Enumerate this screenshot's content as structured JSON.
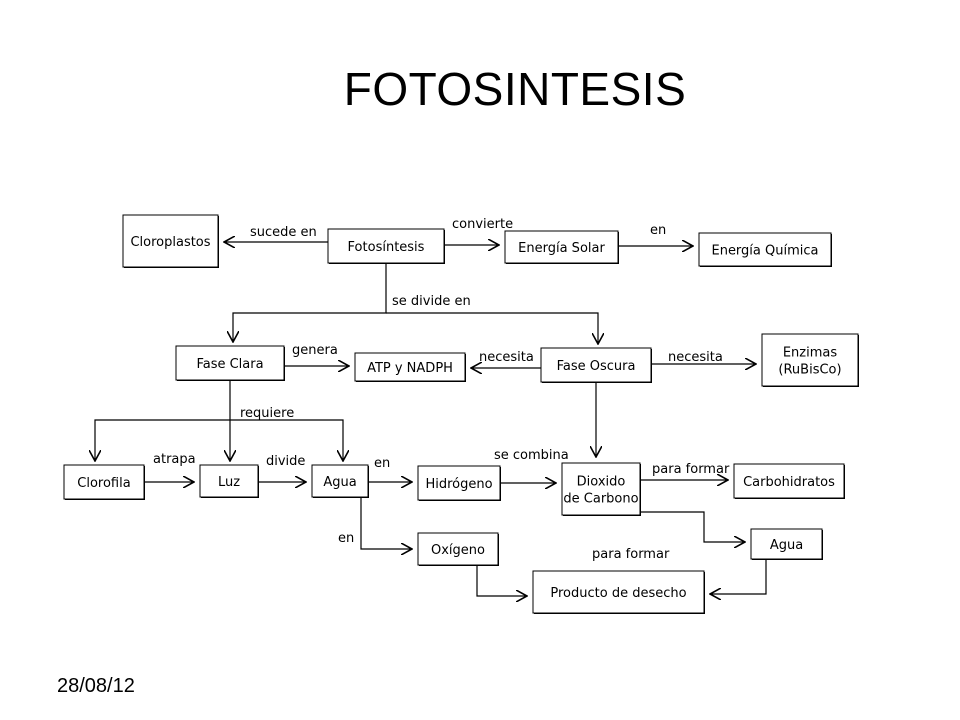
{
  "title": "FOTOSINTESIS",
  "footer": {
    "date": "28/08/12"
  },
  "nodes": [
    {
      "id": "cloroplastos",
      "lines": [
        "Cloroplastos"
      ]
    },
    {
      "id": "fotosintesis",
      "lines": [
        "Fotosíntesis"
      ]
    },
    {
      "id": "energia-solar",
      "lines": [
        "Energía Solar"
      ]
    },
    {
      "id": "energia-quimica",
      "lines": [
        "Energía Química"
      ]
    },
    {
      "id": "fase-clara",
      "lines": [
        "Fase Clara"
      ]
    },
    {
      "id": "atp-nadph",
      "lines": [
        "ATP y NADPH"
      ]
    },
    {
      "id": "fase-oscura",
      "lines": [
        "Fase Oscura"
      ]
    },
    {
      "id": "enzimas",
      "lines": [
        "Enzimas",
        "(RuBisCo)"
      ]
    },
    {
      "id": "clorofila",
      "lines": [
        "Clorofila"
      ]
    },
    {
      "id": "luz",
      "lines": [
        "Luz"
      ]
    },
    {
      "id": "agua",
      "lines": [
        "Agua"
      ]
    },
    {
      "id": "hidrogeno",
      "lines": [
        "Hidrógeno"
      ]
    },
    {
      "id": "dioxido",
      "lines": [
        "Dioxido",
        "de Carbono"
      ]
    },
    {
      "id": "carbohidratos",
      "lines": [
        "Carbohidratos"
      ]
    },
    {
      "id": "oxigeno",
      "lines": [
        "Oxígeno"
      ]
    },
    {
      "id": "agua2",
      "lines": [
        "Agua"
      ]
    },
    {
      "id": "producto",
      "lines": [
        "Producto de desecho"
      ]
    }
  ],
  "edges": [
    {
      "id": "fotosintesis-cloroplastos",
      "label": "sucede en"
    },
    {
      "id": "fotosintesis-energia-solar",
      "label": "convierte"
    },
    {
      "id": "energia-solar-energia-quimica",
      "label": "en"
    },
    {
      "id": "fotosintesis-fases",
      "label": "se divide en"
    },
    {
      "id": "fase-clara-atp",
      "label": "genera"
    },
    {
      "id": "fase-oscura-atp",
      "label": "necesita"
    },
    {
      "id": "fase-oscura-enzimas",
      "label": "necesita"
    },
    {
      "id": "fase-clara-requiere",
      "label": "requiere"
    },
    {
      "id": "clorofila-luz",
      "label": "atrapa"
    },
    {
      "id": "luz-agua",
      "label": "divide"
    },
    {
      "id": "agua-hidrogeno",
      "label": "en"
    },
    {
      "id": "hidrogeno-dioxido",
      "label": "se combina"
    },
    {
      "id": "dioxido-carbohidratos",
      "label": "para formar"
    },
    {
      "id": "agua-oxigeno",
      "label": "en"
    },
    {
      "id": "dioxido-agua2",
      "label": "para formar"
    },
    {
      "id": "oxigeno-producto",
      "label": ""
    },
    {
      "id": "agua2-producto",
      "label": ""
    },
    {
      "id": "fase-oscura-dioxido",
      "label": ""
    }
  ]
}
